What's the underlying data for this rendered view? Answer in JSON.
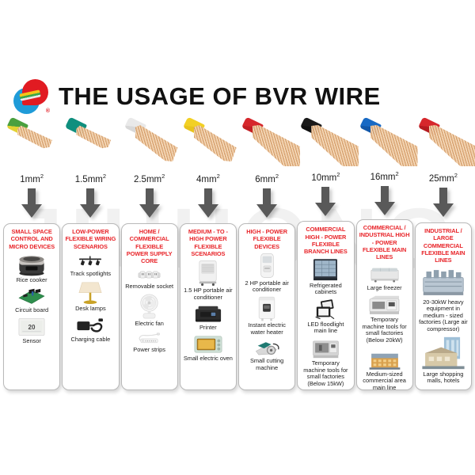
{
  "header": {
    "title": "THE USAGE OF BVR WIRE",
    "logo_name": "company-logo",
    "logo_registered_mark": "®"
  },
  "watermark": {
    "text": "JIUHONG"
  },
  "columns": [
    {
      "gauge": "1mm",
      "gauge_sup": "2",
      "wire_color": "#4aa03f",
      "wire_color2": "#e3d233",
      "header": "SMALL SPACE CONTROL AND MICRO DEVICES",
      "items": [
        {
          "label": "Rice cooker",
          "icon": "rice-cooker"
        },
        {
          "label": "Circuit board",
          "icon": "circuit-board"
        },
        {
          "label": "Sensor",
          "icon": "sensor"
        }
      ]
    },
    {
      "gauge": "1.5mm",
      "gauge_sup": "2",
      "wire_color": "#0f8f7e",
      "wire_color2": "#0f8f7e",
      "header": "LOW-POWER FLEXIBLE WIRING SCENARIOS",
      "items": [
        {
          "label": "Track spotlights",
          "icon": "track-spotlights"
        },
        {
          "label": "Desk lamps",
          "icon": "desk-lamp"
        },
        {
          "label": "Charging cable",
          "icon": "charging-cable"
        }
      ]
    },
    {
      "gauge": "2.5mm",
      "gauge_sup": "2",
      "wire_color": "#e9e9e9",
      "wire_color2": "#d8d8d8",
      "header": "HOME / COMMERCIAL FLEXIBLE POWER SUPPLY CORE",
      "items": [
        {
          "label": "Removable socket",
          "icon": "removable-socket"
        },
        {
          "label": "Electric fan",
          "icon": "electric-fan"
        },
        {
          "label": "Power strips",
          "icon": "power-strip"
        }
      ]
    },
    {
      "gauge": "4mm",
      "gauge_sup": "2",
      "wire_color": "#f2d024",
      "wire_color2": "#e8c31c",
      "header": "MEDIUM - TO - HIGH POWER FLEXIBLE SCENARIOS",
      "items": [
        {
          "label": "1.5 HP portable air conditioner",
          "icon": "portable-air-conditioner"
        },
        {
          "label": "Printer",
          "icon": "printer"
        },
        {
          "label": "Small electric oven",
          "icon": "electric-oven"
        }
      ]
    },
    {
      "gauge": "6mm",
      "gauge_sup": "2",
      "wire_color": "#d6272c",
      "wire_color2": "#c21f24",
      "header": "HIGH - POWER FLEXIBLE DEVICES",
      "items": [
        {
          "label": "2 HP portable air conditioner",
          "icon": "tower-air-conditioner"
        },
        {
          "label": "Instant electric water heater",
          "icon": "water-heater"
        },
        {
          "label": "Small cutting machine",
          "icon": "cutting-machine"
        }
      ]
    },
    {
      "gauge": "10mm",
      "gauge_sup": "2",
      "wire_color": "#1a1a1a",
      "wire_color2": "#111111",
      "header": "COMMERCIAL HIGH - POWER FLEXIBLE BRANCH LINES",
      "items": [
        {
          "label": "Refrigerated cabinets",
          "icon": "refrigerated-cabinet"
        },
        {
          "label": "LED floodlight main line",
          "icon": "led-floodlight"
        },
        {
          "label": "Temporary machine tools for small factories (Below 15kW)",
          "icon": "machine-tool"
        }
      ]
    },
    {
      "gauge": "16mm",
      "gauge_sup": "2",
      "wire_color": "#1769c4",
      "wire_color2": "#1257a8",
      "header": "COMMERCIAL / INDUSTRIAL HIGH - POWER FLEXIBLE MAIN LINES",
      "items": [
        {
          "label": "Large freezer",
          "icon": "large-freezer"
        },
        {
          "label": "Temporary machine tools for small factories (Below 20kW)",
          "icon": "cnc-lathe"
        },
        {
          "label": "Medium-sized commercial area main line",
          "icon": "commercial-building"
        }
      ]
    },
    {
      "gauge": "25mm",
      "gauge_sup": "2",
      "wire_color": "#d6272c",
      "wire_color2": "#b51b20",
      "header": "INDUSTRIAL / LARGE COMMERCIAL FLEXIBLE MAIN LINES",
      "items": [
        {
          "label": "20-30kW heavy equipment in medium - sized factories (Large air compressor)",
          "icon": "air-compressor"
        },
        {
          "label": "Large shopping malls, hotels",
          "icon": "shopping-mall"
        }
      ]
    }
  ],
  "colors": {
    "header_text": "#e8252a",
    "title_text": "#111111",
    "card_border": "#b9b9b9",
    "arrow": "#595959",
    "watermark": "#f1f1f1"
  }
}
